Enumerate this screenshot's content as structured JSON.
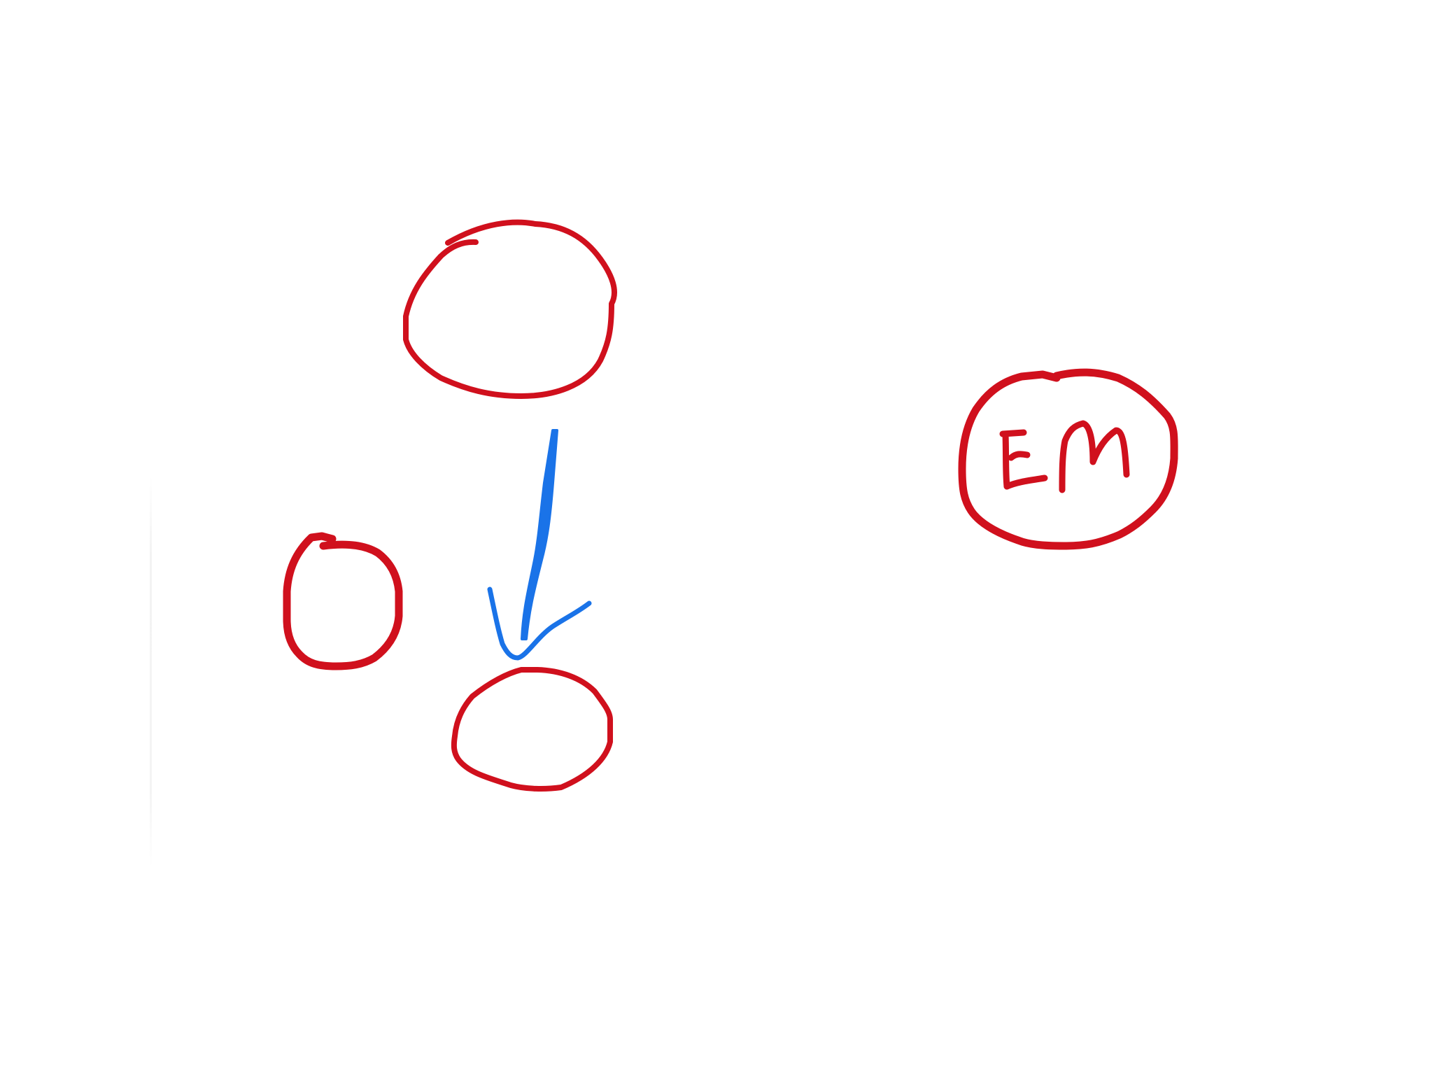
{
  "canvas": {
    "background": "#ffffff",
    "ink_colors": {
      "node_outline": "#d0101d",
      "arrow": "#1a73e8"
    }
  },
  "nodes": [
    {
      "name": "node-top",
      "label": ""
    },
    {
      "name": "node-left",
      "label": ""
    },
    {
      "name": "node-bottom",
      "label": ""
    },
    {
      "name": "node-em",
      "label": "EM"
    }
  ],
  "edges": [
    {
      "from": "node-top",
      "to": "node-bottom",
      "style": "arrow"
    }
  ]
}
